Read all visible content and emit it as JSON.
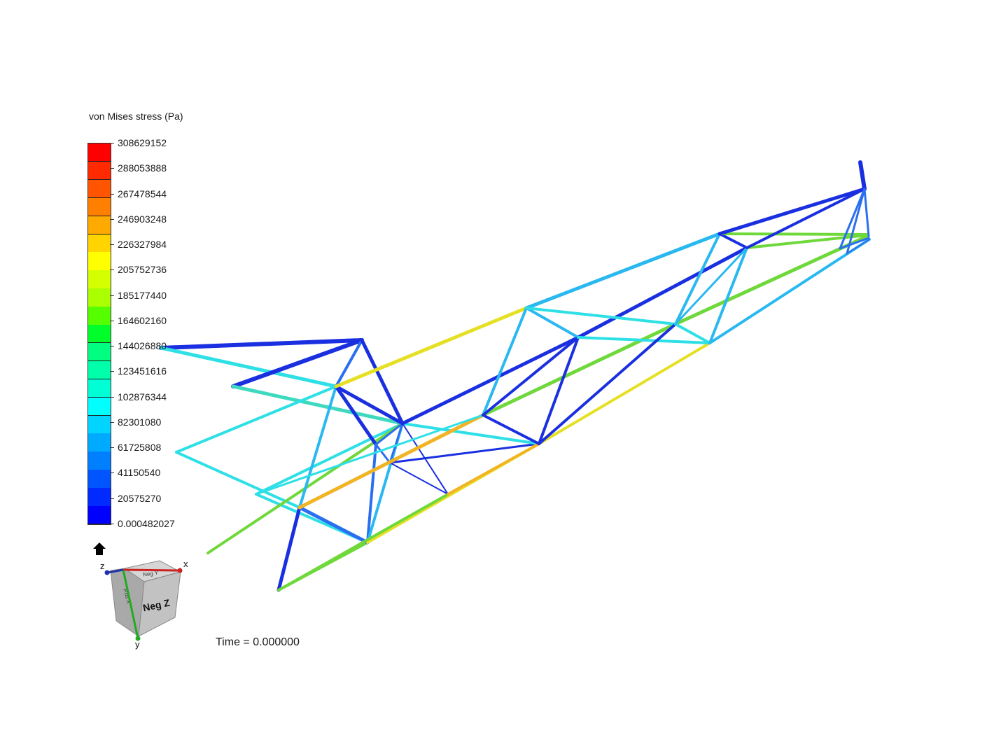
{
  "legend": {
    "title": "von Mises stress (Pa)",
    "ticks": [
      "308629152",
      "288053888",
      "267478544",
      "246903248",
      "226327984",
      "205752736",
      "185177440",
      "164602160",
      "144026880",
      "123451616",
      "102876344",
      "82301080",
      "61725808",
      "41150540",
      "20575270",
      "0.000482027"
    ],
    "colors": [
      "#ff0000",
      "#ff2a00",
      "#ff5500",
      "#ff8000",
      "#ffaa00",
      "#ffd400",
      "#ffff00",
      "#d4ff00",
      "#aaff00",
      "#55ff00",
      "#00ff2a",
      "#00ff80",
      "#00ffaa",
      "#00ffd4",
      "#00ffff",
      "#00d4ff",
      "#00aaff",
      "#0080ff",
      "#0055ff",
      "#002aff",
      "#0000ff"
    ]
  },
  "time": {
    "text": "Time = 0.000000"
  },
  "view_cube": {
    "face_label": "Neg Z",
    "top_face_label": "Neg Y",
    "side_face_label": "Pos X",
    "axis_x": "x",
    "axis_y": "y",
    "axis_z": "z",
    "axis_colors": {
      "x": "#cc2222",
      "y": "#22aa22",
      "z": "#2233aa"
    }
  },
  "home_icon": "home-icon",
  "stress_colors": {
    "low": "#1a2fe0",
    "blue": "#2a6ff0",
    "lightblue": "#29b8f0",
    "cyan": "#2ee0e6",
    "teal": "#3fd9c0",
    "green": "#6fd83a",
    "yellow": "#e6e024",
    "orange": "#f0b424"
  }
}
